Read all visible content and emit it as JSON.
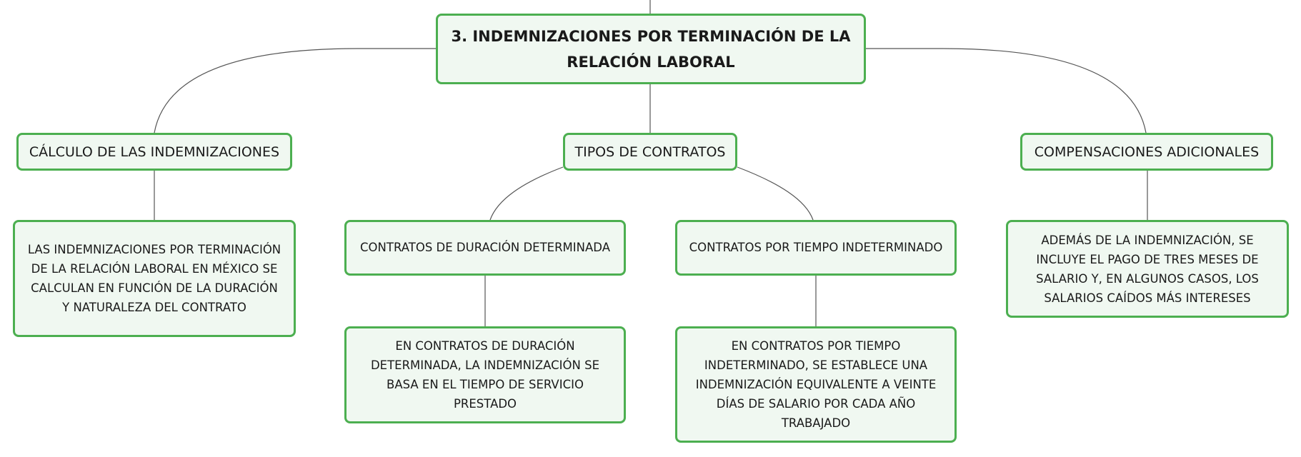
{
  "colors": {
    "node_border": "#4caf50",
    "node_fill": "#f0f8f1",
    "connector": "#555555",
    "text": "#1a1a1a"
  },
  "root": {
    "title": "3. INDEMNIZACIONES POR TERMINACIÓN DE LA RELACIÓN LABORAL"
  },
  "branches": {
    "calculo": {
      "label": "CÁLCULO DE LAS INDEMNIZACIONES",
      "detail": "LAS INDEMNIZACIONES POR TERMINACIÓN DE LA RELACIÓN LABORAL EN MÉXICO SE CALCULAN EN FUNCIÓN DE LA DURACIÓN Y NATURALEZA DEL CONTRATO"
    },
    "tipos": {
      "label": "TIPOS DE CONTRATOS",
      "determinada": {
        "label": "CONTRATOS DE DURACIÓN DETERMINADA",
        "detail": "EN CONTRATOS DE DURACIÓN DETERMINADA, LA INDEMNIZACIÓN SE BASA EN EL TIEMPO DE SERVICIO PRESTADO"
      },
      "indeterminado": {
        "label": "CONTRATOS POR TIEMPO INDETERMINADO",
        "detail": "EN CONTRATOS POR TIEMPO INDETERMINADO, SE ESTABLECE UNA INDEMNIZACIÓN EQUIVALENTE A VEINTE DÍAS DE SALARIO POR CADA AÑO TRABAJADO"
      }
    },
    "compensaciones": {
      "label": "COMPENSACIONES ADICIONALES",
      "detail": "ADEMÁS DE LA INDEMNIZACIÓN, SE INCLUYE EL PAGO DE TRES MESES DE SALARIO Y, EN ALGUNOS CASOS, LOS SALARIOS CAÍDOS MÁS INTERESES"
    }
  }
}
